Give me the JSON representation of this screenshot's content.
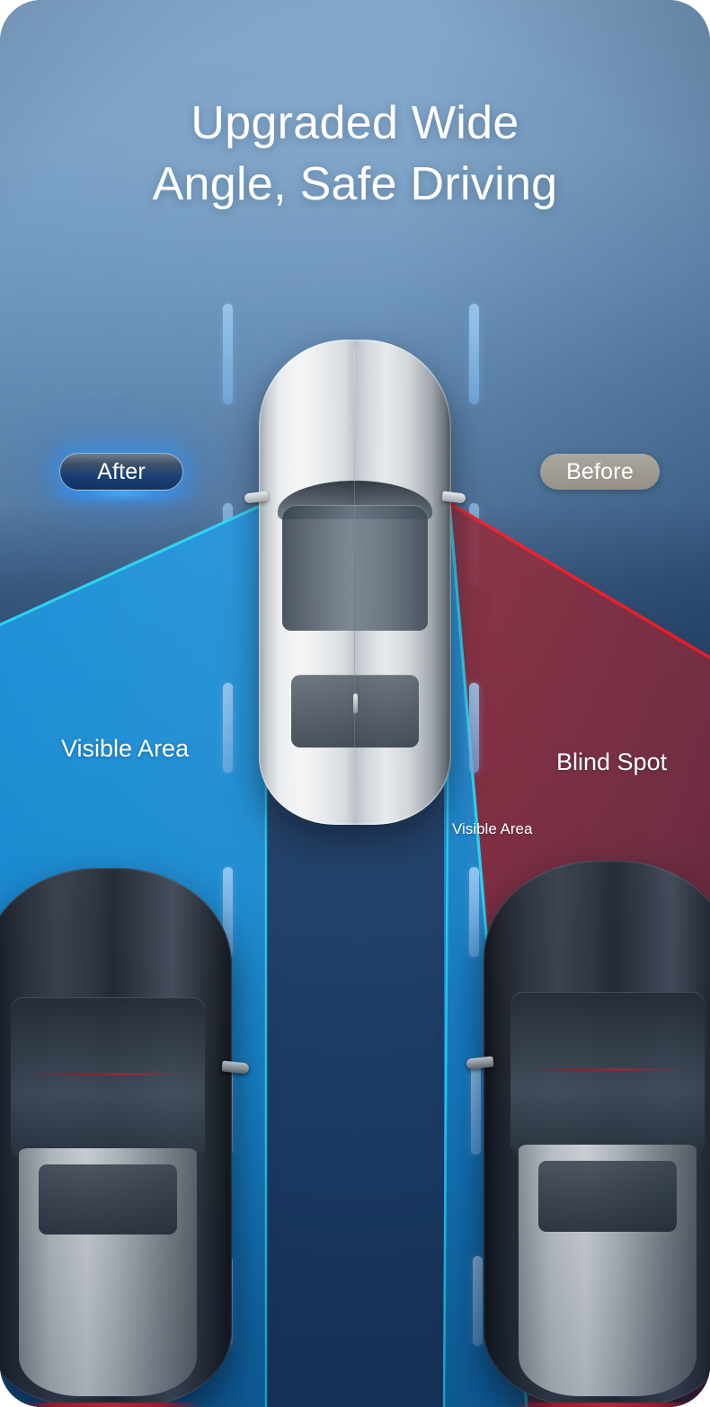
{
  "page": {
    "title_line1": "Upgraded Wide",
    "title_line2": "Angle, Safe Driving"
  },
  "badges": {
    "after": "After",
    "before": "Before"
  },
  "labels": {
    "visible_area_left": "Visible Area",
    "blind_spot": "Blind Spot",
    "visible_area_right": "Visible Area"
  },
  "colors": {
    "sky_top": "#84a8ca",
    "road_bottom": "#1a3660",
    "visible_blue": "#1b8ed4",
    "cone_edge_cyan": "#25d7f2",
    "blind_red_fill": "#7c2a3c",
    "blind_red_edge": "#ee1822",
    "badge_after_bg": "#0b2c5d",
    "badge_after_glow": "#2a96ff",
    "badge_before_bg": "#9b958d",
    "lane_dash": "#8fc2ec",
    "text_white": "#ffffff"
  },
  "scene": {
    "cars": [
      {
        "name": "hero-car",
        "finish": "silver"
      },
      {
        "name": "left-neighbor-car",
        "finish": "dark"
      },
      {
        "name": "right-neighbor-car",
        "finish": "dark"
      }
    ],
    "cones": [
      {
        "name": "left-visible-cone",
        "kind": "visible"
      },
      {
        "name": "right-visible-cone",
        "kind": "visible"
      },
      {
        "name": "right-blind-spot-cone",
        "kind": "blind"
      }
    ]
  }
}
